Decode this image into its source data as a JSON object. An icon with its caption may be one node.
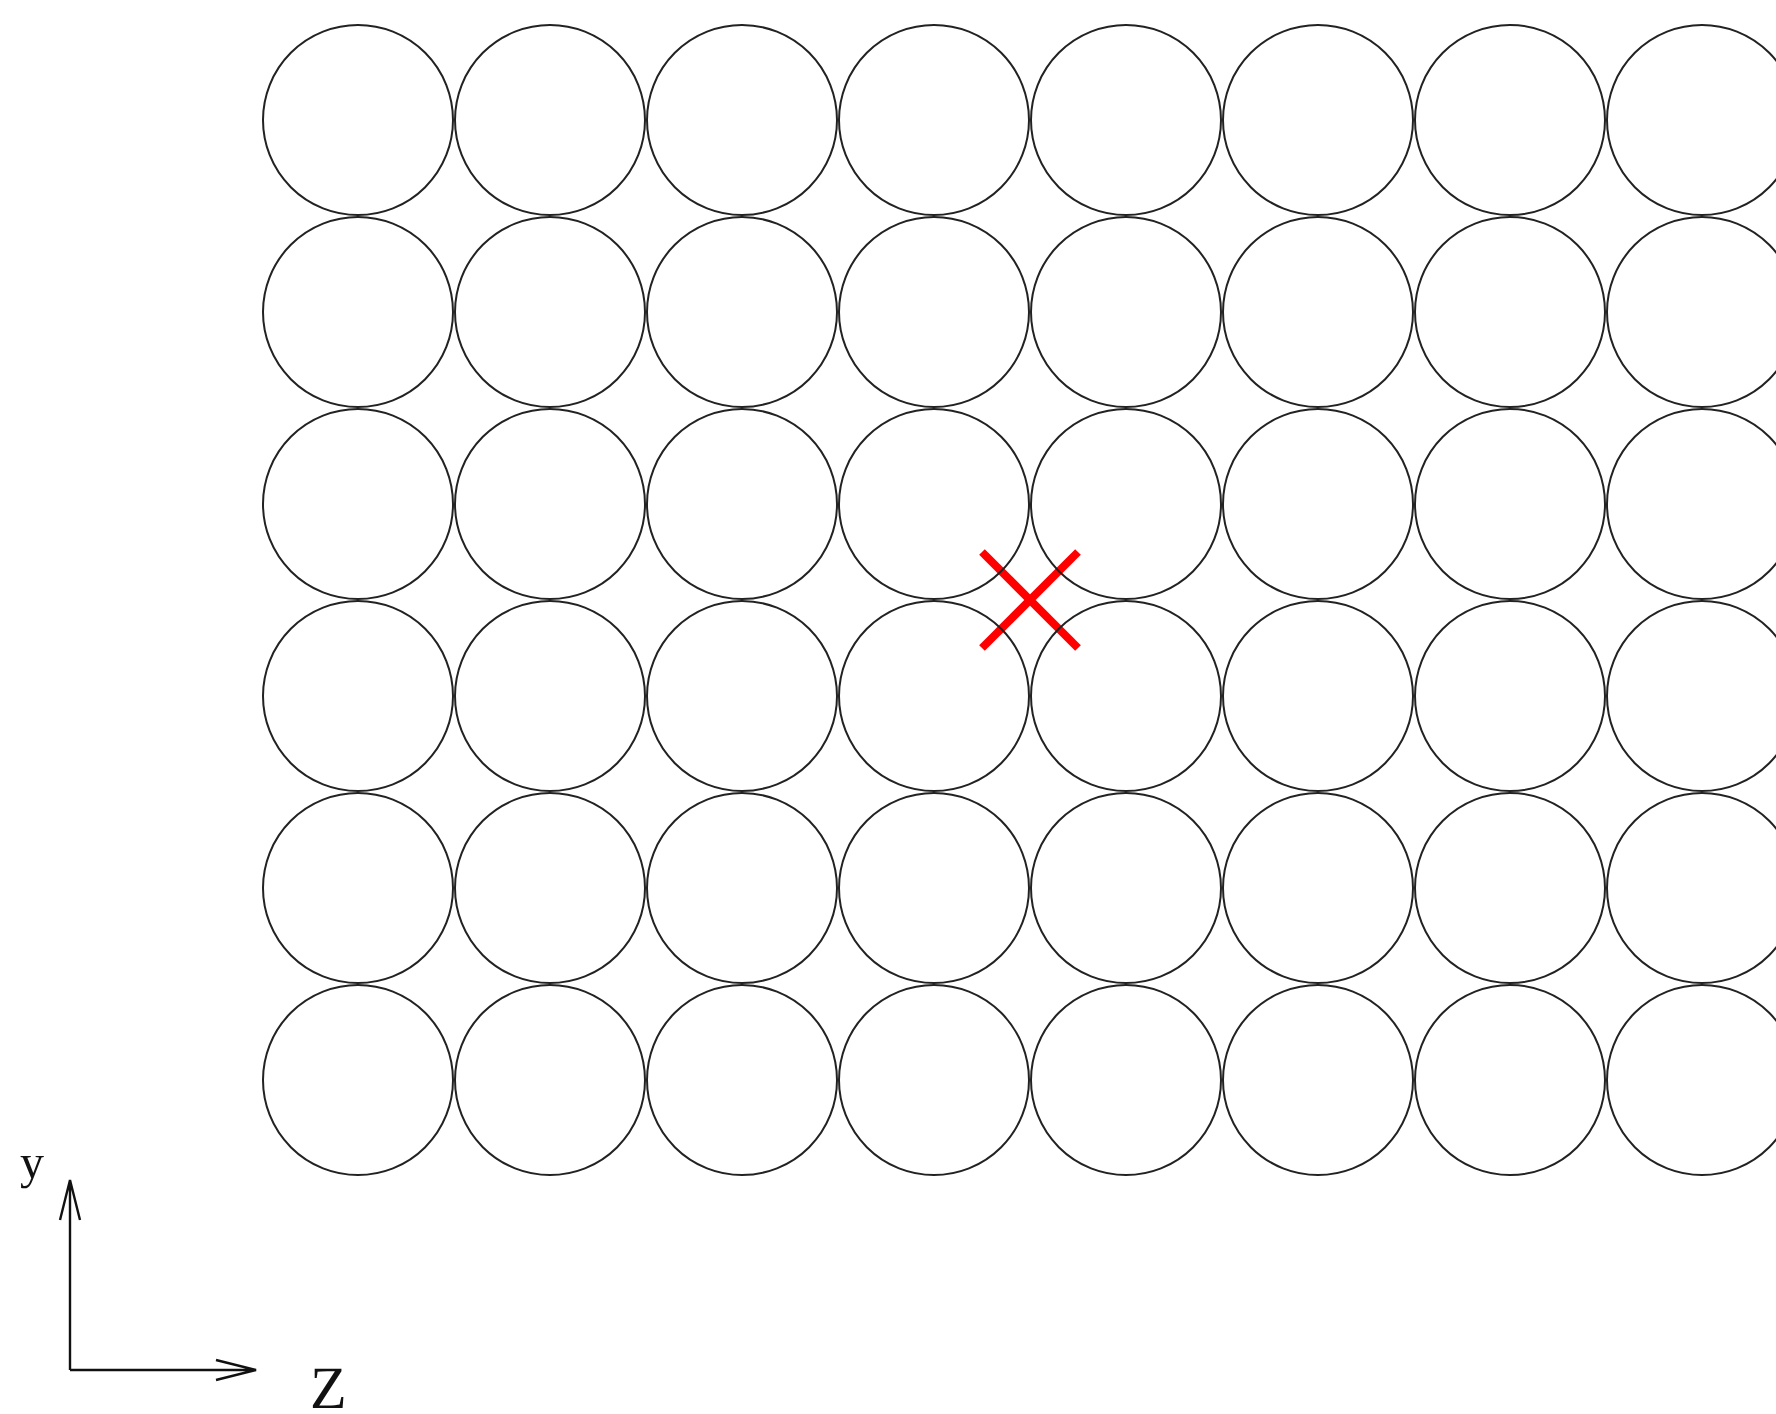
{
  "diagram": {
    "nodes": [
      {
        "text": [],
        "shape": "circle"
      },
      {
        "text": [],
        "shape": "circle"
      },
      {
        "text": [],
        "shape": "circle"
      },
      {
        "text": [],
        "shape": "circle"
      },
      {
        "text": [],
        "shape": "circle"
      },
      {
        "text": [],
        "shape": "circle"
      },
      {
        "text": [],
        "shape": "circle"
      },
      {
        "text": [],
        "shape": "circle"
      },
      {
        "text": [],
        "shape": "circle"
      },
      {
        "text": [],
        "shape": "circle"
      },
      {
        "text": [],
        "shape": "circle"
      },
      {
        "text": [],
        "shape": "circle"
      },
      {
        "text": [],
        "shape": "circle"
      },
      {
        "text": [],
        "shape": "circle"
      },
      {
        "text": [],
        "shape": "circle"
      },
      {
        "text": [],
        "shape": "circle"
      },
      {
        "text": [],
        "shape": "circle"
      },
      {
        "text": [],
        "shape": "circle"
      },
      {
        "text": [],
        "shape": "circle"
      },
      {
        "text": [],
        "shape": "circle"
      },
      {
        "text": [],
        "shape": "circle"
      },
      {
        "text": [],
        "shape": "circle"
      },
      {
        "text": [],
        "shape": "circle"
      },
      {
        "text": [],
        "shape": "circle"
      },
      {
        "text": [],
        "shape": "circle"
      },
      {
        "text": [],
        "shape": "circle"
      },
      {
        "text": [],
        "shape": "circle"
      },
      {
        "text": [],
        "shape": "circle"
      },
      {
        "text": [],
        "shape": "circle"
      },
      {
        "text": [],
        "shape": "circle"
      },
      {
        "text": [],
        "shape": "circle"
      },
      {
        "text": [],
        "shape": "circle"
      },
      {
        "text": [],
        "shape": "circle"
      },
      {
        "text": [],
        "shape": "circle"
      },
      {
        "text": [],
        "shape": "circle"
      },
      {
        "text": [],
        "shape": "circle"
      },
      {
        "text": [],
        "shape": "circle"
      },
      {
        "text": [],
        "shape": "circle"
      },
      {
        "text": [],
        "shape": "circle"
      },
      {
        "text": [],
        "shape": "circle"
      },
      {
        "text": [],
        "shape": "circle"
      },
      {
        "text": [],
        "shape": "circle"
      },
      {
        "text": [],
        "shape": "circle"
      },
      {
        "text": [],
        "shape": "circle"
      },
      {
        "text": [],
        "shape": "circle"
      },
      {
        "text": [],
        "shape": "circle"
      },
      {
        "text": [],
        "shape": "circle"
      },
      {
        "text": [],
        "shape": "circle"
      }
    ],
    "labels": [
      "y",
      "Z"
    ]
  }
}
